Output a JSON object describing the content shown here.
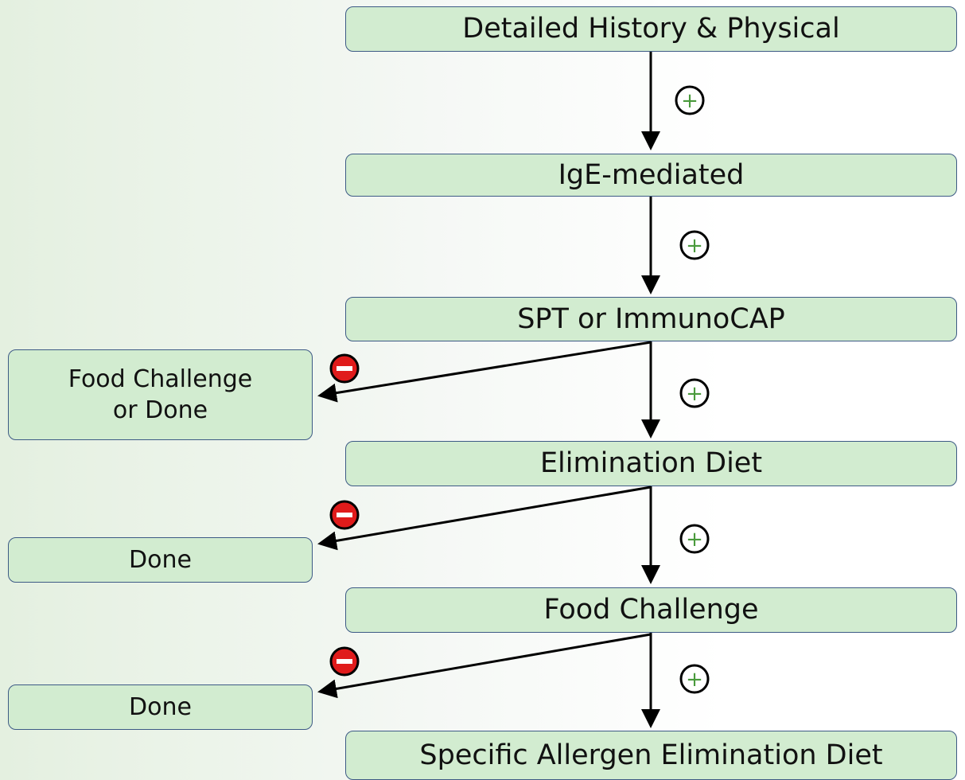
{
  "flowchart": {
    "steps": [
      "Detailed History & Physical",
      "IgE-mediated",
      "SPT or ImmunoCAP",
      "Elimination Diet",
      "Food Challenge",
      "Specific Allergen Elimination Diet"
    ],
    "side_outcomes": [
      {
        "line1": "Food Challenge",
        "line2": "or Done"
      },
      {
        "line1": "Done"
      },
      {
        "line1": "Done"
      }
    ],
    "positive_symbol": "+",
    "negative_symbol": "–"
  },
  "colors": {
    "box_fill": "#d2ecd0",
    "box_border": "#3d5a85",
    "positive": "#4a9a3c",
    "negative": "#e01b1b"
  }
}
